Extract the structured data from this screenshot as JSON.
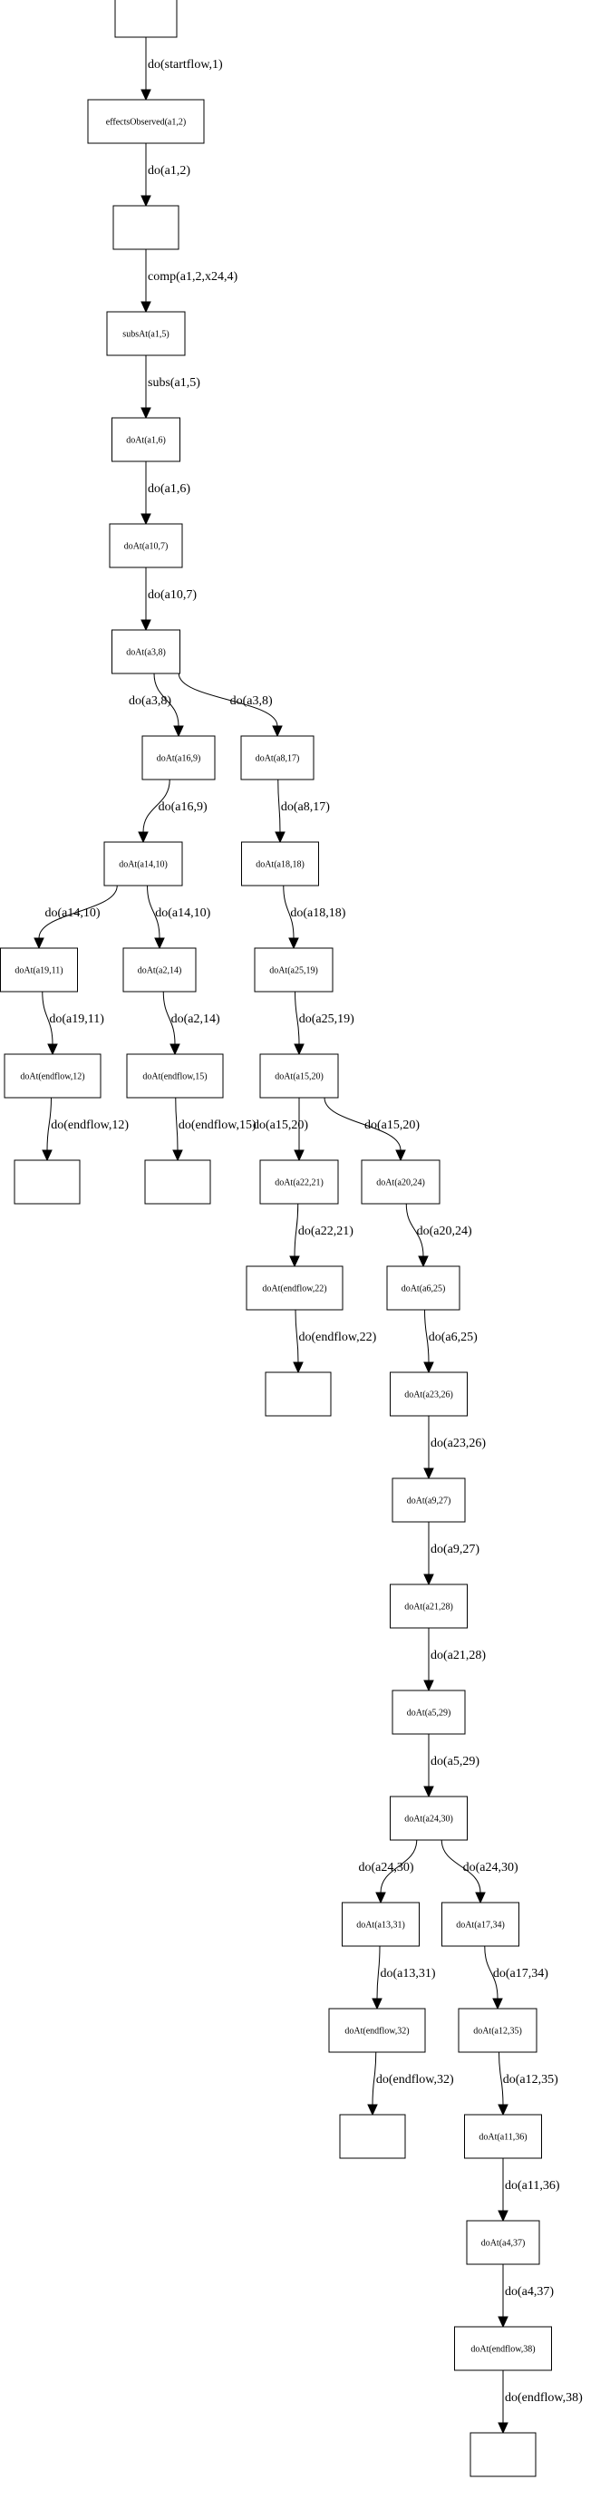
{
  "graph": {
    "nodes": [
      {
        "id": "n0",
        "label": ""
      },
      {
        "id": "n1",
        "label": "effectsObserved(a1,2)"
      },
      {
        "id": "n2",
        "label": ""
      },
      {
        "id": "n3",
        "label": "subsAt(a1,5)"
      },
      {
        "id": "n4",
        "label": "doAt(a1,6)"
      },
      {
        "id": "n5",
        "label": "doAt(a10,7)"
      },
      {
        "id": "n6",
        "label": "doAt(a3,8)"
      },
      {
        "id": "n7",
        "label": "doAt(a16,9)"
      },
      {
        "id": "n8",
        "label": "doAt(a8,17)"
      },
      {
        "id": "n9",
        "label": "doAt(a14,10)"
      },
      {
        "id": "n10",
        "label": "doAt(a18,18)"
      },
      {
        "id": "n11",
        "label": "doAt(a19,11)"
      },
      {
        "id": "n12",
        "label": "doAt(a2,14)"
      },
      {
        "id": "n13",
        "label": "doAt(a25,19)"
      },
      {
        "id": "n14",
        "label": "doAt(endflow,12)"
      },
      {
        "id": "n15",
        "label": "doAt(endflow,15)"
      },
      {
        "id": "n16",
        "label": "doAt(a15,20)"
      },
      {
        "id": "n17",
        "label": ""
      },
      {
        "id": "n18",
        "label": ""
      },
      {
        "id": "n19",
        "label": "doAt(a22,21)"
      },
      {
        "id": "n20",
        "label": "doAt(a20,24)"
      },
      {
        "id": "n21",
        "label": "doAt(endflow,22)"
      },
      {
        "id": "n22",
        "label": "doAt(a6,25)"
      },
      {
        "id": "n23",
        "label": ""
      },
      {
        "id": "n24",
        "label": "doAt(a23,26)"
      },
      {
        "id": "n25",
        "label": "doAt(a9,27)"
      },
      {
        "id": "n26",
        "label": "doAt(a21,28)"
      },
      {
        "id": "n27",
        "label": "doAt(a5,29)"
      },
      {
        "id": "n28",
        "label": "doAt(a24,30)"
      },
      {
        "id": "n29",
        "label": "doAt(a13,31)"
      },
      {
        "id": "n30",
        "label": "doAt(a17,34)"
      },
      {
        "id": "n31",
        "label": "doAt(endflow,32)"
      },
      {
        "id": "n32",
        "label": "doAt(a12,35)"
      },
      {
        "id": "n33",
        "label": ""
      },
      {
        "id": "n34",
        "label": "doAt(a11,36)"
      },
      {
        "id": "n35",
        "label": "doAt(a4,37)"
      },
      {
        "id": "n36",
        "label": "doAt(endflow,38)"
      },
      {
        "id": "n37",
        "label": ""
      }
    ],
    "edges": [
      {
        "from": "n0",
        "to": "n1",
        "label": "do(startflow,1)"
      },
      {
        "from": "n1",
        "to": "n2",
        "label": "do(a1,2)"
      },
      {
        "from": "n2",
        "to": "n3",
        "label": "comp(a1,2,x24,4)"
      },
      {
        "from": "n3",
        "to": "n4",
        "label": "subs(a1,5)"
      },
      {
        "from": "n4",
        "to": "n5",
        "label": "do(a1,6)"
      },
      {
        "from": "n5",
        "to": "n6",
        "label": "do(a10,7)"
      },
      {
        "from": "n6",
        "to": "n7",
        "label": "do(a3,8)"
      },
      {
        "from": "n6",
        "to": "n8",
        "label": "do(a3,8)"
      },
      {
        "from": "n7",
        "to": "n9",
        "label": "do(a16,9)"
      },
      {
        "from": "n8",
        "to": "n10",
        "label": "do(a8,17)"
      },
      {
        "from": "n9",
        "to": "n11",
        "label": "do(a14,10)"
      },
      {
        "from": "n9",
        "to": "n12",
        "label": "do(a14,10)"
      },
      {
        "from": "n10",
        "to": "n13",
        "label": "do(a18,18)"
      },
      {
        "from": "n11",
        "to": "n14",
        "label": "do(a19,11)"
      },
      {
        "from": "n12",
        "to": "n15",
        "label": "do(a2,14)"
      },
      {
        "from": "n13",
        "to": "n16",
        "label": "do(a25,19)"
      },
      {
        "from": "n14",
        "to": "n17",
        "label": "do(endflow,12)"
      },
      {
        "from": "n15",
        "to": "n18",
        "label": "do(endflow,15)"
      },
      {
        "from": "n16",
        "to": "n19",
        "label": "do(a15,20)"
      },
      {
        "from": "n16",
        "to": "n20",
        "label": "do(a15,20)"
      },
      {
        "from": "n19",
        "to": "n21",
        "label": "do(a22,21)"
      },
      {
        "from": "n20",
        "to": "n22",
        "label": "do(a20,24)"
      },
      {
        "from": "n21",
        "to": "n23",
        "label": "do(endflow,22)"
      },
      {
        "from": "n22",
        "to": "n24",
        "label": "do(a6,25)"
      },
      {
        "from": "n24",
        "to": "n25",
        "label": "do(a23,26)"
      },
      {
        "from": "n25",
        "to": "n26",
        "label": "do(a9,27)"
      },
      {
        "from": "n26",
        "to": "n27",
        "label": "do(a21,28)"
      },
      {
        "from": "n27",
        "to": "n28",
        "label": "do(a5,29)"
      },
      {
        "from": "n28",
        "to": "n29",
        "label": "do(a24,30)"
      },
      {
        "from": "n28",
        "to": "n30",
        "label": "do(a24,30)"
      },
      {
        "from": "n29",
        "to": "n31",
        "label": "do(a13,31)"
      },
      {
        "from": "n30",
        "to": "n32",
        "label": "do(a17,34)"
      },
      {
        "from": "n31",
        "to": "n33",
        "label": "do(endflow,32)"
      },
      {
        "from": "n32",
        "to": "n34",
        "label": "do(a12,35)"
      },
      {
        "from": "n34",
        "to": "n35",
        "label": "do(a11,36)"
      },
      {
        "from": "n35",
        "to": "n36",
        "label": "do(a4,37)"
      },
      {
        "from": "n36",
        "to": "n37",
        "label": "do(endflow,38)"
      }
    ]
  }
}
